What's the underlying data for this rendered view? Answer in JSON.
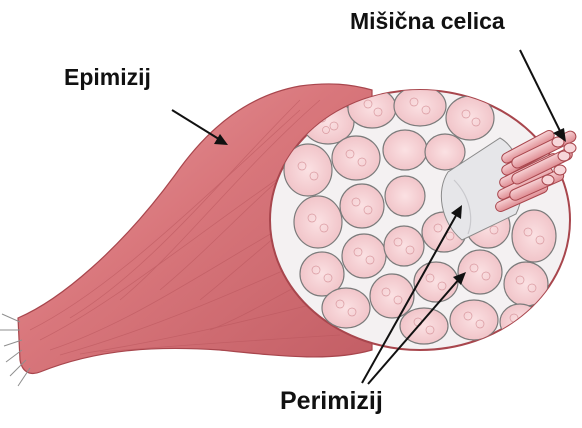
{
  "labels": {
    "epimysium": "Epimizij",
    "muscle_cell": "Mišična celica",
    "perimysium": "Perimizij"
  },
  "colors": {
    "muscle": "#d9777c",
    "muscle_dark": "#b94e56",
    "connective": "#f4f1f2",
    "fiber_pink": "#f3c9cd",
    "background": "#ffffff",
    "text": "#111111"
  }
}
